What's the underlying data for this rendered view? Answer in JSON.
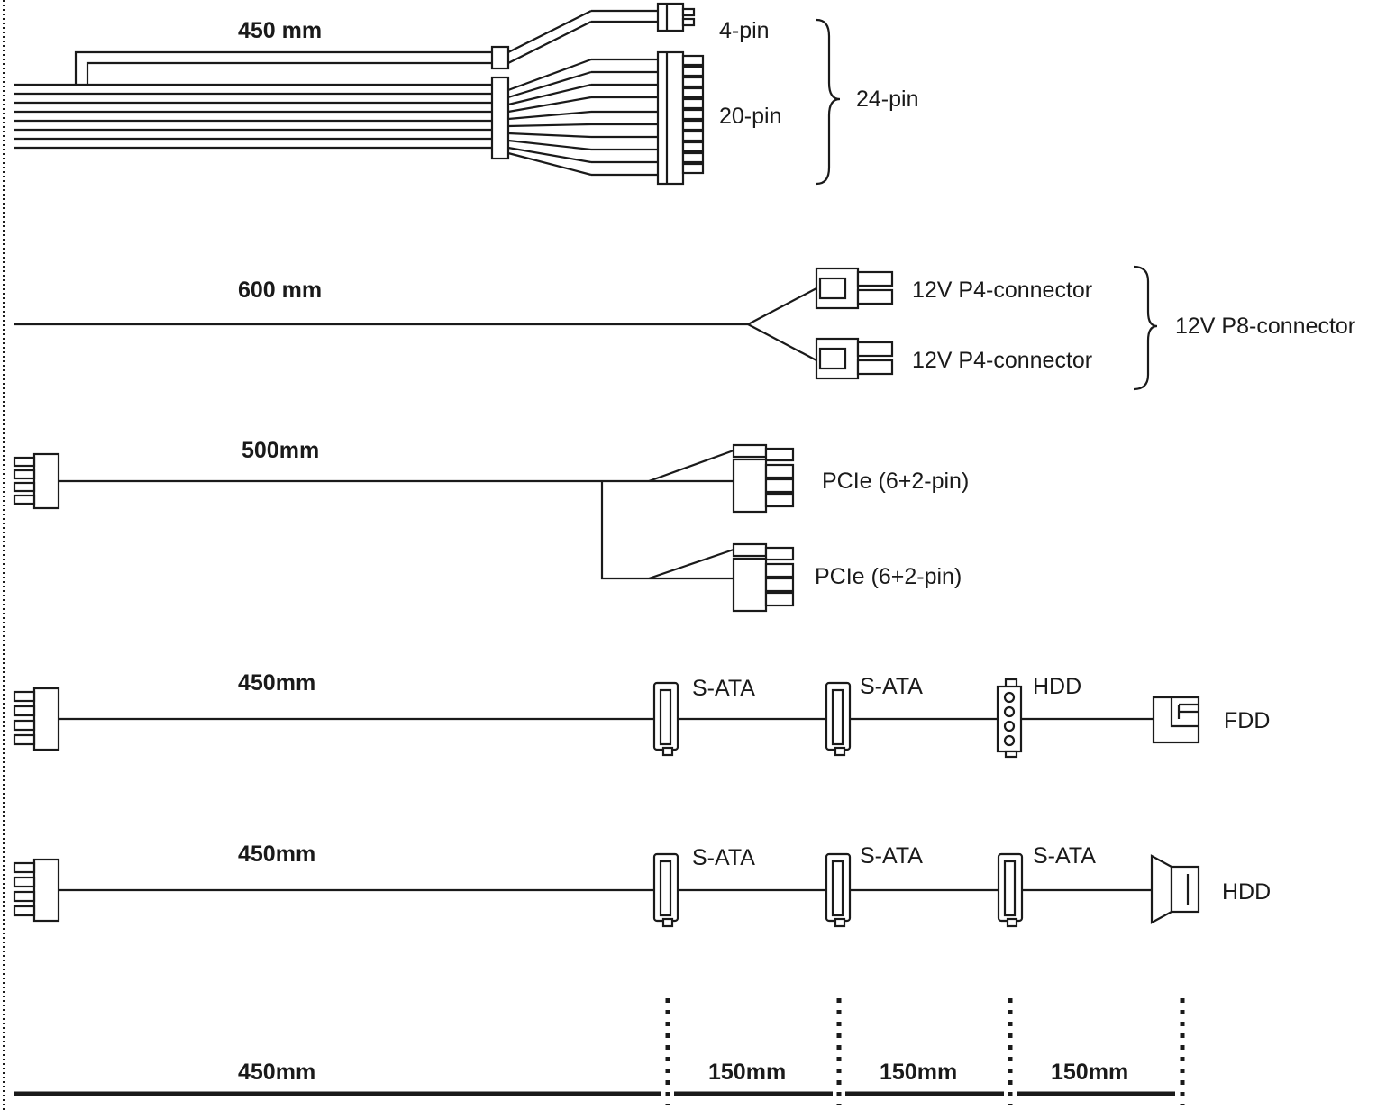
{
  "atx_cable": {
    "length": "450 mm",
    "four_pin_label": "4-pin",
    "twenty_pin_label": "20-pin",
    "group_label": "24-pin"
  },
  "cpu_cable": {
    "length": "600 mm",
    "p4_label_1": "12V P4-connector",
    "p4_label_2": "12V P4-connector",
    "group_label": "12V P8-connector"
  },
  "pcie_cable": {
    "length": "500mm",
    "pcie_label_1": "PCIe (6+2-pin)",
    "pcie_label_2": "PCIe (6+2-pin)"
  },
  "periph_cable_1": {
    "length": "450mm",
    "labels": [
      "S-ATA",
      "S-ATA",
      "HDD",
      "FDD"
    ]
  },
  "periph_cable_2": {
    "length": "450mm",
    "labels": [
      "S-ATA",
      "S-ATA",
      "S-ATA",
      "HDD"
    ]
  },
  "scale": {
    "segments": [
      "450mm",
      "150mm",
      "150mm",
      "150mm"
    ]
  }
}
